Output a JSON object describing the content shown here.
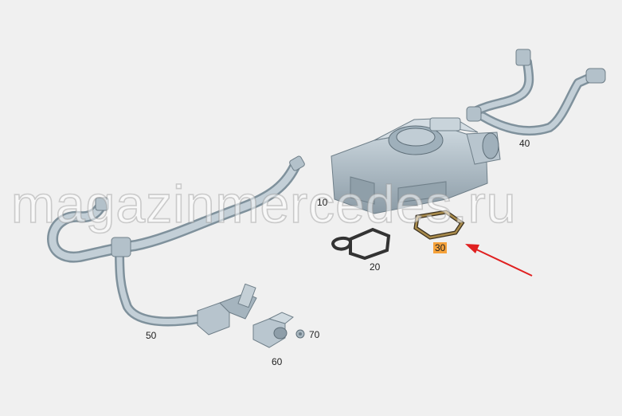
{
  "callouts": {
    "c10": "10",
    "c20": "20",
    "c30": "30",
    "c40": "40",
    "c50": "50",
    "c60": "60",
    "c70": "70"
  },
  "watermark": "magazinmercedes.ru",
  "colors": {
    "background": "#f0f0f0",
    "part_fill": "#b9c6cf",
    "part_shade": "#8e9ea9",
    "highlight_label": "#f6a23a",
    "highlight_part": "#a88a4a",
    "arrow": "#e02020"
  },
  "icons": {
    "arrow": "arrow-pointer-icon"
  }
}
